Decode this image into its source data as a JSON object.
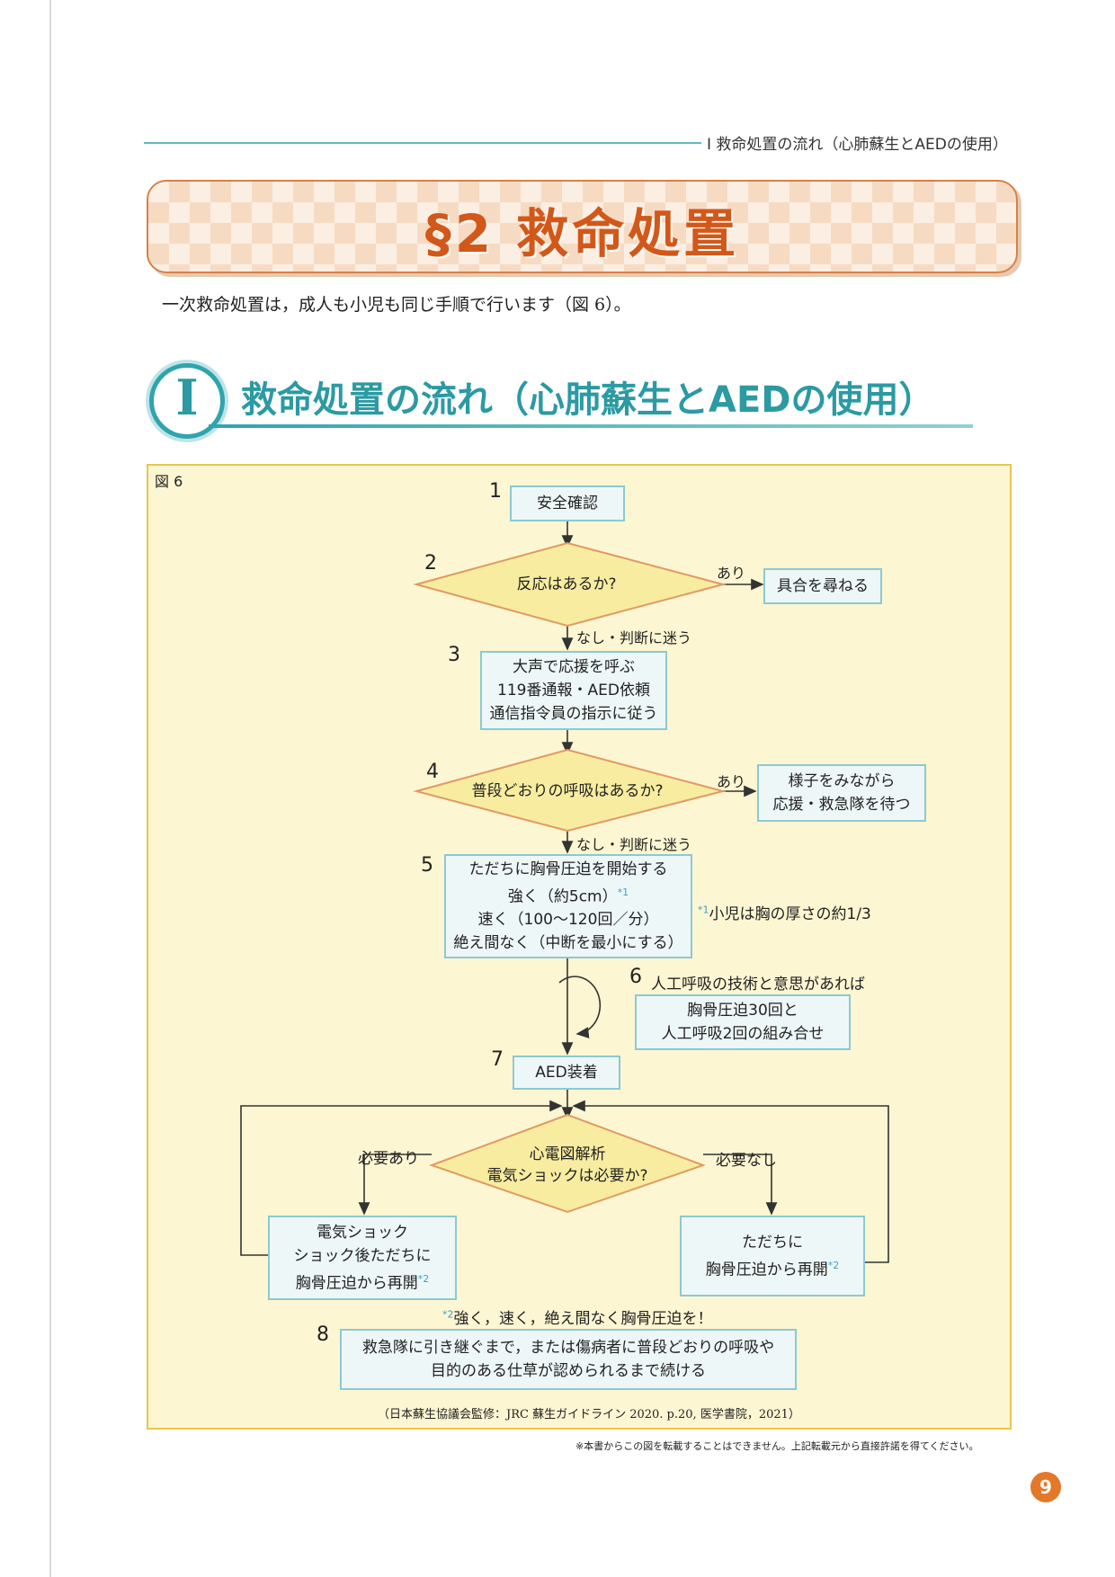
{
  "header": {
    "section_path": "Ⅰ 救命処置の流れ（心肺蘇生とAEDの使用）"
  },
  "title": "§2 救命処置",
  "intro": "一次救命処置は，成人も小児も同じ手順で行います（図 6）。",
  "section": {
    "number": "Ⅰ",
    "title": "救命処置の流れ（心肺蘇生とAEDの使用）"
  },
  "figure": {
    "label": "図 6",
    "steps": {
      "s1": {
        "num": "1",
        "text": "安全確認"
      },
      "s2": {
        "num": "2",
        "question": "反応はあるか?",
        "yes": "あり",
        "yes_action": "具合を尋ねる",
        "no": "なし・判断に迷う"
      },
      "s3": {
        "num": "3",
        "lines": [
          "大声で応援を呼ぶ",
          "119番通報・AED依頼",
          "通信指令員の指示に従う"
        ]
      },
      "s4": {
        "num": "4",
        "question": "普段どおりの呼吸はあるか?",
        "yes": "あり",
        "yes_action_lines": [
          "様子をみながら",
          "応援・救急隊を待つ"
        ],
        "no": "なし・判断に迷う"
      },
      "s5": {
        "num": "5",
        "lines": [
          "ただちに胸骨圧迫を開始する",
          "強く（約5cm）",
          "速く（100～120回／分）",
          "絶え間なく（中断を最小にする）"
        ],
        "footnote_mark": "*1",
        "footnote": "小児は胸の厚さの約1/3"
      },
      "s6": {
        "num": "6",
        "condition": "人工呼吸の技術と意思があれば",
        "lines": [
          "胸骨圧迫30回と",
          "人工呼吸2回の組み合せ"
        ]
      },
      "s7": {
        "num": "7",
        "text": "AED装着"
      },
      "analysis": {
        "lines": [
          "心電図解析",
          "電気ショックは必要か?"
        ],
        "yes": "必要あり",
        "no": "必要なし"
      },
      "shock": {
        "lines": [
          "電気ショック",
          "ショック後ただちに",
          "胸骨圧迫から再開"
        ],
        "mark": "*2"
      },
      "noshock": {
        "lines": [
          "ただちに",
          "胸骨圧迫から再開"
        ],
        "mark": "*2"
      },
      "note2": {
        "mark": "*2",
        "text": "強く，速く，絶え間なく胸骨圧迫を！"
      },
      "s8": {
        "num": "8",
        "lines": [
          "救急隊に引き継ぐまで，または傷病者に普段どおりの呼吸や",
          "目的のある仕草が認められるまで続ける"
        ]
      }
    },
    "citation": "（日本蘇生協議会監修：JRC 蘇生ガイドライン 2020. p.20, 医学書院，2021）"
  },
  "copyright_note": "※本書からこの図を転載することはできません。上記転載元から直接許諾を得てください。",
  "page_number": "9"
}
